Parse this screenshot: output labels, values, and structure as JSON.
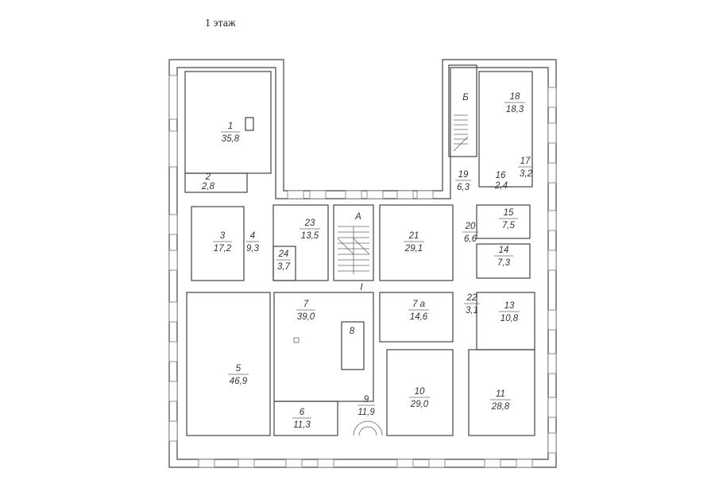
{
  "title": "1 этаж",
  "rooms": [
    {
      "num": "1",
      "area": "35,8"
    },
    {
      "num": "2",
      "area": "2,8"
    },
    {
      "num": "3",
      "area": "17,2"
    },
    {
      "num": "4",
      "area": "9,3"
    },
    {
      "num": "5",
      "area": "46,9"
    },
    {
      "num": "6",
      "area": "11,3"
    },
    {
      "num": "7",
      "area": "39,0"
    },
    {
      "num": "7 а",
      "area": "14,6"
    },
    {
      "num": "8",
      "area": ""
    },
    {
      "num": "9",
      "area": "11,9"
    },
    {
      "num": "10",
      "area": "29,0"
    },
    {
      "num": "11",
      "area": "28,8"
    },
    {
      "num": "13",
      "area": "10,8"
    },
    {
      "num": "14",
      "area": "7,3"
    },
    {
      "num": "15",
      "area": "7,5"
    },
    {
      "num": "16",
      "area": "2,4"
    },
    {
      "num": "17",
      "area": "3,2"
    },
    {
      "num": "18",
      "area": "18,3"
    },
    {
      "num": "19",
      "area": "6,3"
    },
    {
      "num": "20",
      "area": "6,6"
    },
    {
      "num": "21",
      "area": "29,1"
    },
    {
      "num": "22",
      "area": "3,1"
    },
    {
      "num": "23",
      "area": "13,5"
    },
    {
      "num": "24",
      "area": "3,7"
    }
  ],
  "stairs": [
    {
      "label": "А"
    },
    {
      "label": "Б"
    },
    {
      "label": "I"
    }
  ]
}
